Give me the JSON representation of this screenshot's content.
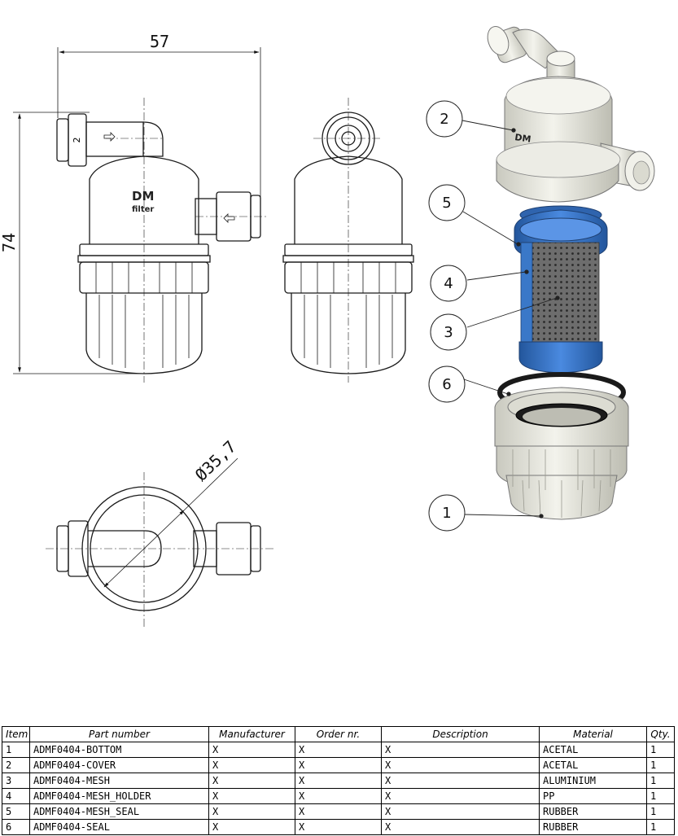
{
  "dimensions": {
    "width": "57",
    "height": "74",
    "diameter": "Ø35,7"
  },
  "views": {
    "logo_main": "DM",
    "logo_sub": "filter",
    "port_label": "2"
  },
  "balloons": [
    "1",
    "2",
    "3",
    "4",
    "5",
    "6"
  ],
  "bom": {
    "headers": [
      "Item",
      "Part number",
      "Manufacturer",
      "Order nr.",
      "Description",
      "Material",
      "Qty."
    ],
    "rows": [
      [
        "1",
        "ADMF0404-BOTTOM",
        "X",
        "X",
        "X",
        "ACETAL",
        "1"
      ],
      [
        "2",
        "ADMF0404-COVER",
        "X",
        "X",
        "X",
        "ACETAL",
        "1"
      ],
      [
        "3",
        "ADMF0404-MESH",
        "X",
        "X",
        "X",
        "ALUMINIUM",
        "1"
      ],
      [
        "4",
        "ADMF0404-MESH_HOLDER",
        "X",
        "X",
        "X",
        "PP",
        "1"
      ],
      [
        "5",
        "ADMF0404-MESH_SEAL",
        "X",
        "X",
        "X",
        "RUBBER",
        "1"
      ],
      [
        "6",
        "ADMF0404-SEAL",
        "X",
        "X",
        "X",
        "RUBBER",
        "1"
      ]
    ]
  },
  "colors": {
    "mesh_holder": "#3a78c8",
    "body": "#e9e9e0",
    "seal": "#1a1a1a"
  }
}
